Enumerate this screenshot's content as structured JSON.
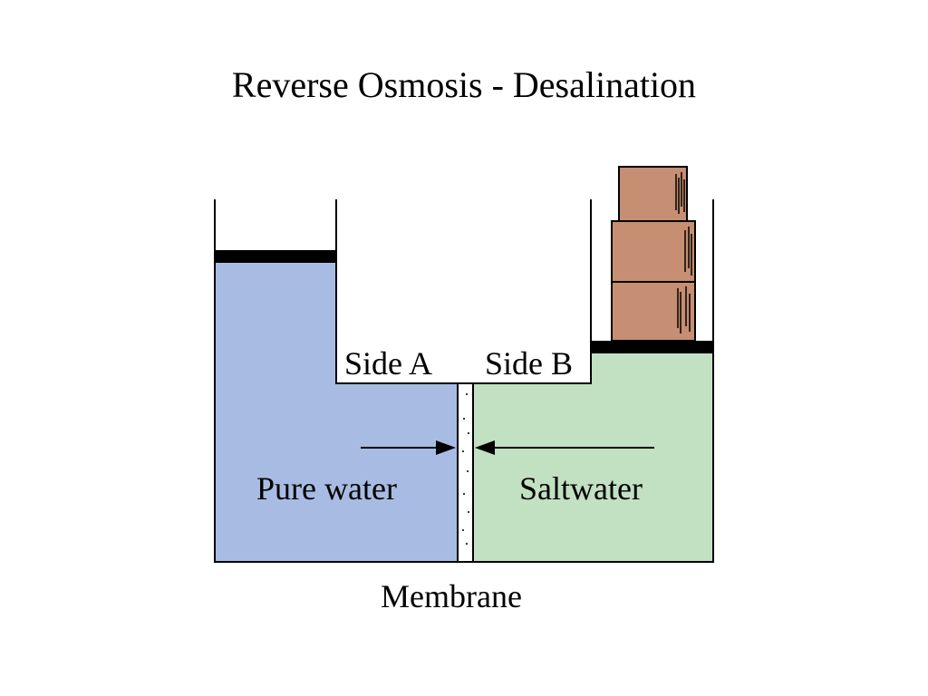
{
  "title": "Reverse Osmosis - Desalination",
  "labels": {
    "side_a": "Side A",
    "side_b": "Side B",
    "pure_water": "Pure water",
    "saltwater": "Saltwater",
    "membrane": "Membrane"
  },
  "colors": {
    "pure_water": "#a8bce3",
    "saltwater": "#c2e0c2",
    "weight": "#c68e72",
    "outline": "#000000"
  },
  "icons": [
    "weight-block-icon",
    "arrow-right-icon",
    "arrow-left-icon",
    "piston-icon"
  ]
}
